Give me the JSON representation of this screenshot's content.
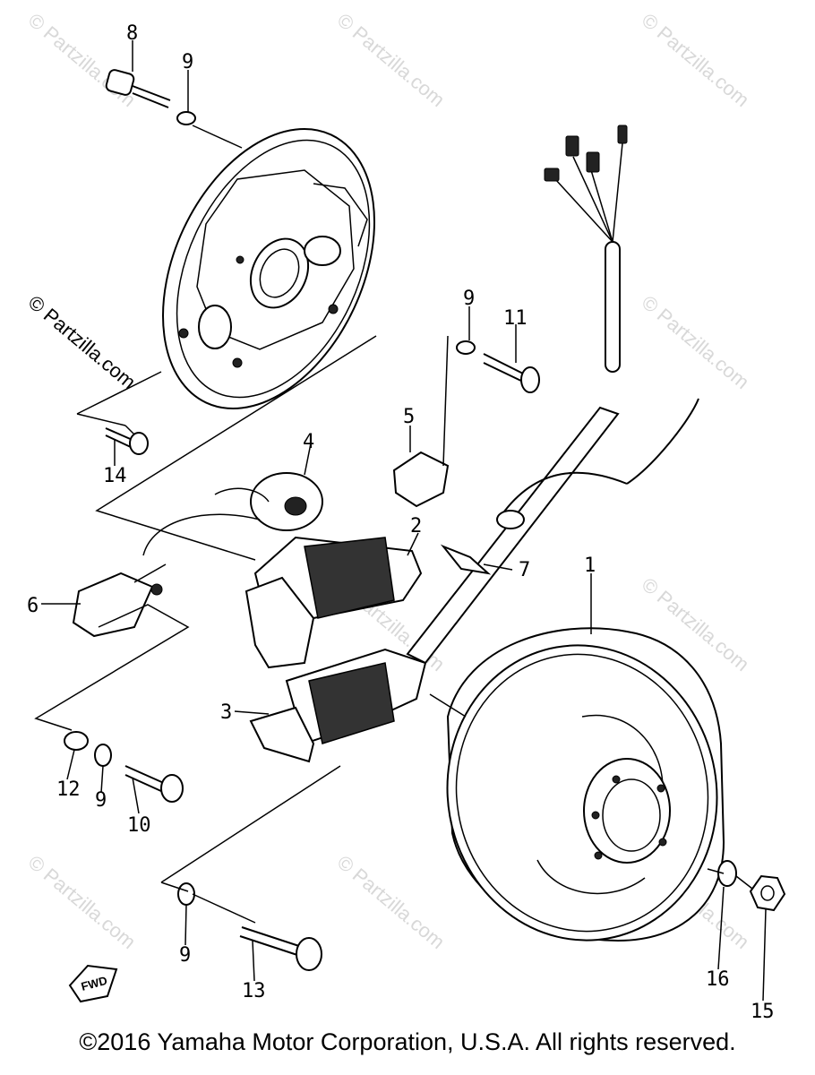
{
  "callouts": {
    "c1": "1",
    "c2": "2",
    "c3": "3",
    "c4": "4",
    "c5": "5",
    "c6": "6",
    "c7": "7",
    "c8": "8",
    "c9a": "9",
    "c9b": "9",
    "c9c": "9",
    "c9d": "9",
    "c10": "10",
    "c11": "11",
    "c12": "12",
    "c13": "13",
    "c14": "14",
    "c15": "15",
    "c16": "16"
  },
  "watermark": "© Partzilla.com",
  "fwd_label": "FWD",
  "copyright": "©2016  Yamaha Motor Corporation, U.S.A. All rights reserved."
}
